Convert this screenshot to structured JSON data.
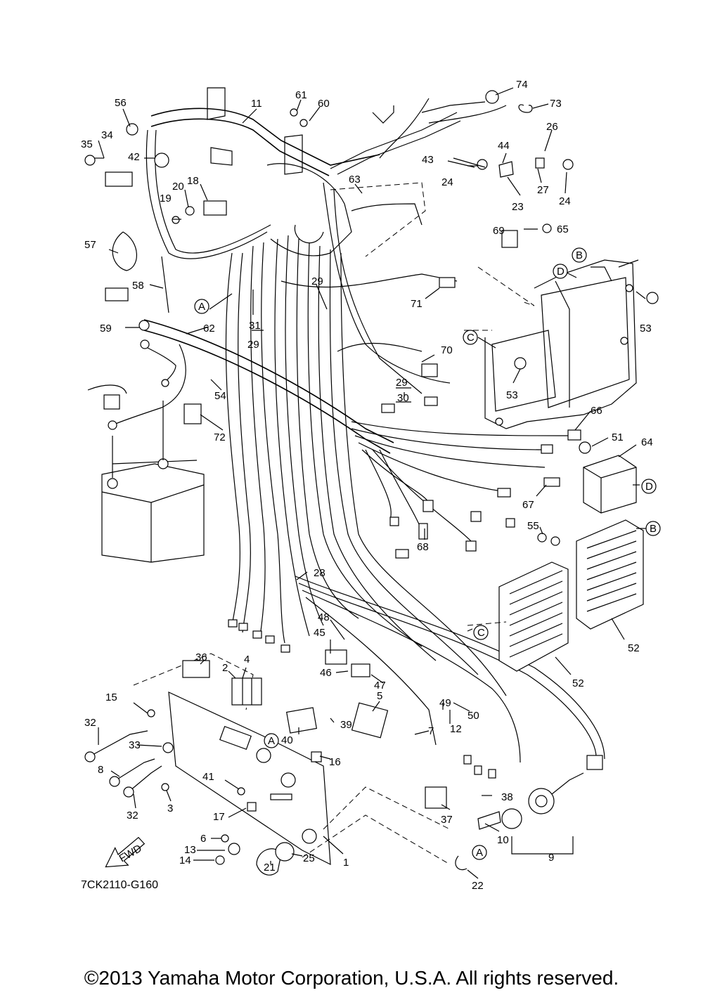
{
  "diagram": {
    "part_numbers": [
      "1",
      "2",
      "3",
      "4",
      "5",
      "6",
      "7",
      "8",
      "9",
      "10",
      "11",
      "12",
      "13",
      "14",
      "15",
      "16",
      "17",
      "18",
      "19",
      "20",
      "21",
      "22",
      "23",
      "24",
      "24",
      "25",
      "26",
      "27",
      "28",
      "29",
      "29",
      "29",
      "30",
      "31",
      "32",
      "32",
      "33",
      "34",
      "35",
      "36",
      "37",
      "38",
      "39",
      "40",
      "41",
      "42",
      "43",
      "44",
      "45",
      "46",
      "47",
      "48",
      "49",
      "50",
      "51",
      "52",
      "52",
      "53",
      "53",
      "54",
      "55",
      "56",
      "57",
      "58",
      "59",
      "60",
      "61",
      "62",
      "63",
      "64",
      "65",
      "66",
      "67",
      "68",
      "69",
      "70",
      "71",
      "72",
      "73",
      "74"
    ],
    "reference_letters": [
      "A",
      "A",
      "A",
      "B",
      "B",
      "C",
      "C",
      "D",
      "D"
    ],
    "figure_code": "7CK2110-G160",
    "fwd_label": "FWD"
  },
  "footer": {
    "copyright": "©2013 Yamaha Motor Corporation, U.S.A. All rights reserved."
  }
}
